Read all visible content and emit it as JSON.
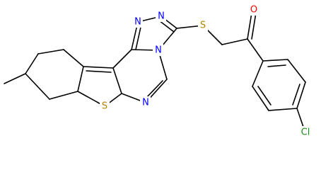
{
  "diagram": {
    "type": "chemical-structure",
    "atom_labels": {
      "triazole_n1": "N",
      "triazole_n2": "N",
      "bridge_n": "N",
      "pyrimidine_n": "N",
      "thioether_s": "S",
      "thiophene_s": "S",
      "carbonyl_o": "O",
      "chlorine": "Cl"
    },
    "colors": {
      "bond": "#000000",
      "nitrogen": "#0000ff",
      "sulfur": "#b28600",
      "oxygen": "#ff0000",
      "chlorine": "#1a8f1a"
    }
  }
}
